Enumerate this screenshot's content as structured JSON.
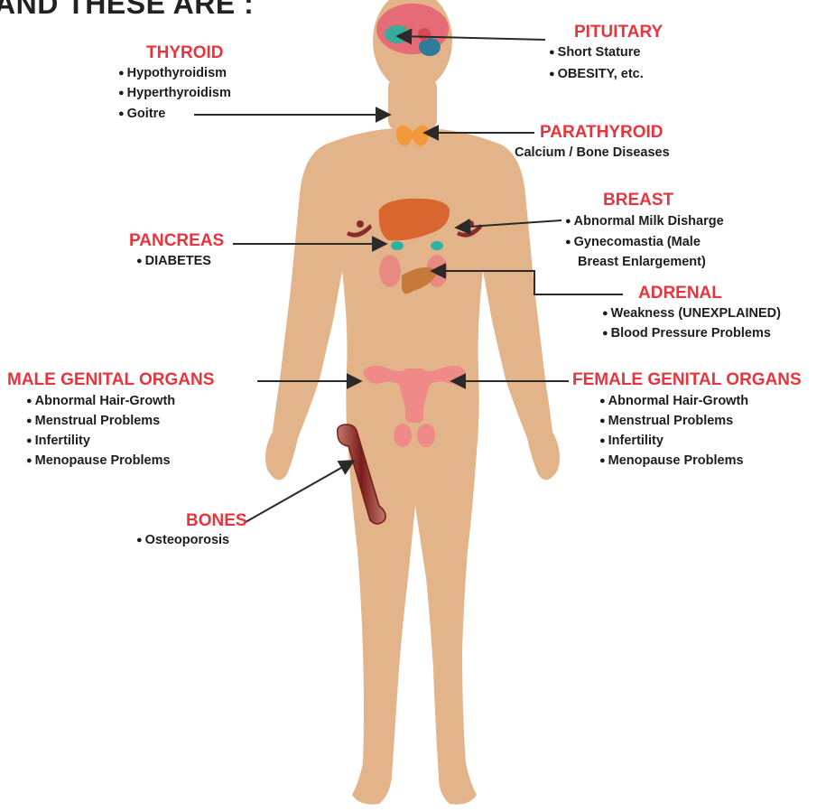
{
  "title": "AND THESE ARE :",
  "colors": {
    "heading": "#e8343c",
    "text": "#1d1d1d",
    "skin": "#e3b48a",
    "arrow": "#2a2a2a"
  },
  "glands": {
    "thyroid": {
      "name": "THYROID",
      "items": [
        "Hypothyroidism",
        "Hyperthyroidism",
        "Goitre"
      ]
    },
    "pituitary": {
      "name": "PITUITARY",
      "items": [
        "Short Stature",
        "OBESITY, etc."
      ]
    },
    "parathyroid": {
      "name": "PARATHYROID",
      "note": "Calcium / Bone Diseases"
    },
    "breast": {
      "name": "BREAST",
      "items": [
        "Abnormal Milk Disharge",
        "Gynecomastia (Male",
        "Breast Enlargement)"
      ]
    },
    "pancreas": {
      "name": "PANCREAS",
      "items": [
        "DIABETES"
      ]
    },
    "adrenal": {
      "name": "ADRENAL",
      "items": [
        "Weakness (UNEXPLAINED)",
        "Blood Pressure Problems"
      ]
    },
    "male_genital": {
      "name": "MALE GENITAL ORGANS",
      "items": [
        "Abnormal Hair-Growth",
        "Menstrual Problems",
        "Infertility",
        "Menopause Problems"
      ]
    },
    "female_genital": {
      "name": "FEMALE GENITAL ORGANS",
      "items": [
        "Abnormal Hair-Growth",
        "Menstrual Problems",
        "Infertility",
        "Menopause Problems"
      ]
    },
    "bones": {
      "name": "BONES",
      "items": [
        "Osteoporosis"
      ]
    }
  }
}
